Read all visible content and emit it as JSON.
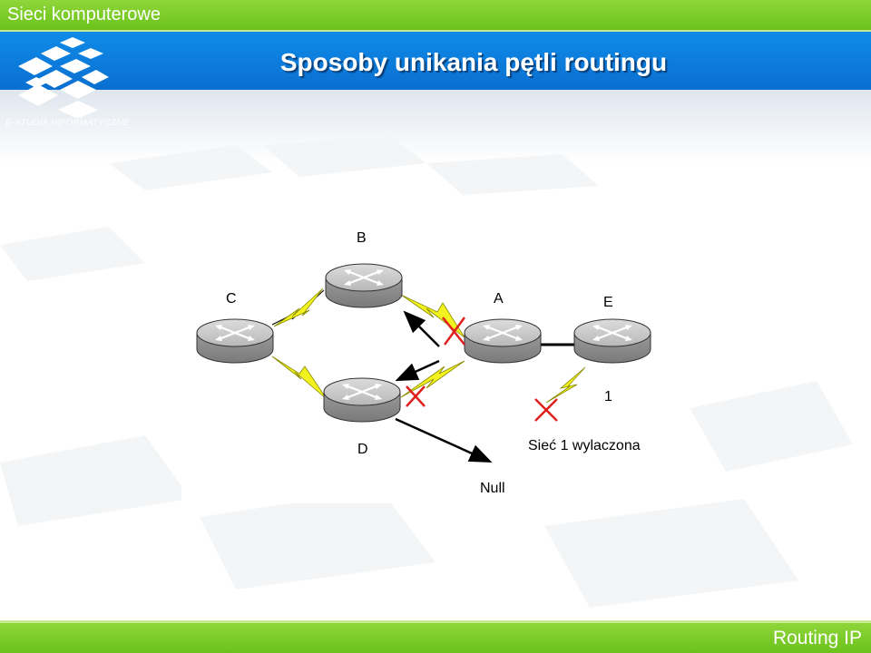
{
  "header": {
    "course_title": "Sieci komputerowe",
    "slide_title": "Sposoby unikania pętli routingu"
  },
  "logo": {
    "text": "E-STUDIA INFORMATYCZNE"
  },
  "footer": {
    "title": "Routing IP"
  },
  "diagram": {
    "nodes": [
      {
        "id": "B",
        "label": "B"
      },
      {
        "id": "C",
        "label": "C"
      },
      {
        "id": "A",
        "label": "A"
      },
      {
        "id": "E",
        "label": "E"
      },
      {
        "id": "D",
        "label": "D"
      }
    ],
    "network_label": "1",
    "network_status": "Sieć 1 wylaczona",
    "null_label": "Null",
    "colors": {
      "accent": "#0a6fd0",
      "green": "#6cc21c",
      "cross": "#e0201c",
      "link_bolt": "#f2f21e"
    }
  }
}
